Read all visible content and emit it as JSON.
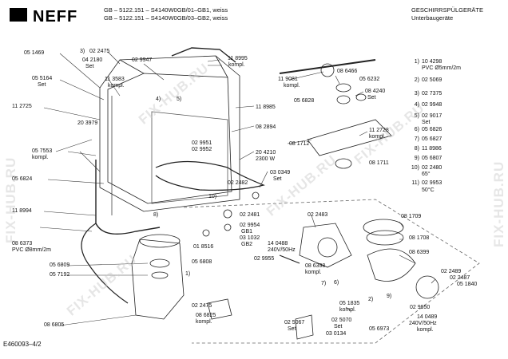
{
  "header": {
    "line1": "GB – 5122.151 – S4140W0GB/01–GB1, weiss",
    "line2": "GB – 5122.151 – S4140W0GB/03–GB2, weiss",
    "title": "GESCHIRRSPÜLGERÄTE",
    "subtitle": "Unterbaugeräte"
  },
  "logo": {
    "text": "NEFF"
  },
  "watermark": "FIX-HUB.RU",
  "footer_code": "E460093–4/2",
  "legend": [
    {
      "n": "1)",
      "text": "10 4298"
    },
    {
      "n": "",
      "text": "PVC Ø5mm/2m"
    },
    {
      "n": "2)",
      "text": "02 5069"
    },
    {
      "n": "3)",
      "text": "02 7375"
    },
    {
      "n": "4)",
      "text": "02 9948"
    },
    {
      "n": "5)",
      "text": "02 9017"
    },
    {
      "n": "",
      "text": "Set"
    },
    {
      "n": "6)",
      "text": "05 6826"
    },
    {
      "n": "7)",
      "text": "05 6827"
    },
    {
      "n": "8)",
      "text": "11 8986"
    },
    {
      "n": "9)",
      "text": "05 6807"
    },
    {
      "n": "10)",
      "text": "02 2480"
    },
    {
      "n": "",
      "text": "65°"
    },
    {
      "n": "11)",
      "text": "02 9953"
    },
    {
      "n": "",
      "text": "50°C"
    }
  ],
  "labels": [
    "05 1469",
    "05 5164",
    "Set",
    "11 2725",
    "3)",
    "02 2475",
    "04 2180",
    "Set",
    "11 3583",
    "kompl.",
    "02 9947",
    "11 8995",
    "kompl.",
    "4)",
    "5)",
    "11 8985",
    "20 3979",
    "08 2894",
    "02 9951",
    "02 9952",
    "20 4210",
    "2300 W",
    "05 7553",
    "kompl.",
    "05 6824",
    "02 2482",
    "03 0349",
    "Set",
    "10)",
    "11 8994",
    "8)",
    "02 2481",
    "02 9954",
    "GB1",
    "03 1032",
    "GB2",
    "01 8516",
    "08 6373",
    "PVC Ø8mm/2m",
    "05 6809",
    "05 6808",
    "05 7192",
    "1)",
    "11 9081",
    "kompl.",
    "08 6466",
    "05 6232",
    "05 6828",
    "08 4240",
    "Set",
    "08 1712",
    "11 2728",
    "kompl.",
    "08 1711",
    "02 2483",
    "08 1709",
    "08 1708",
    "14 0488",
    "240V/50Hz",
    "08 6398",
    "kompl.",
    "02 9955",
    "6)",
    "08 6399",
    "7)",
    "02 2489",
    "02 2487",
    "05 1840",
    "02 2475",
    "08 6825",
    "kompl.",
    "05 1835",
    "kompl.",
    "9)",
    "02 9950",
    "14 0489",
    "240V/50Hz",
    "kompl.",
    "02 5067",
    "Set",
    "02 5070",
    "Set",
    "05 6973",
    "2)",
    "08 6805",
    "03 0134"
  ]
}
